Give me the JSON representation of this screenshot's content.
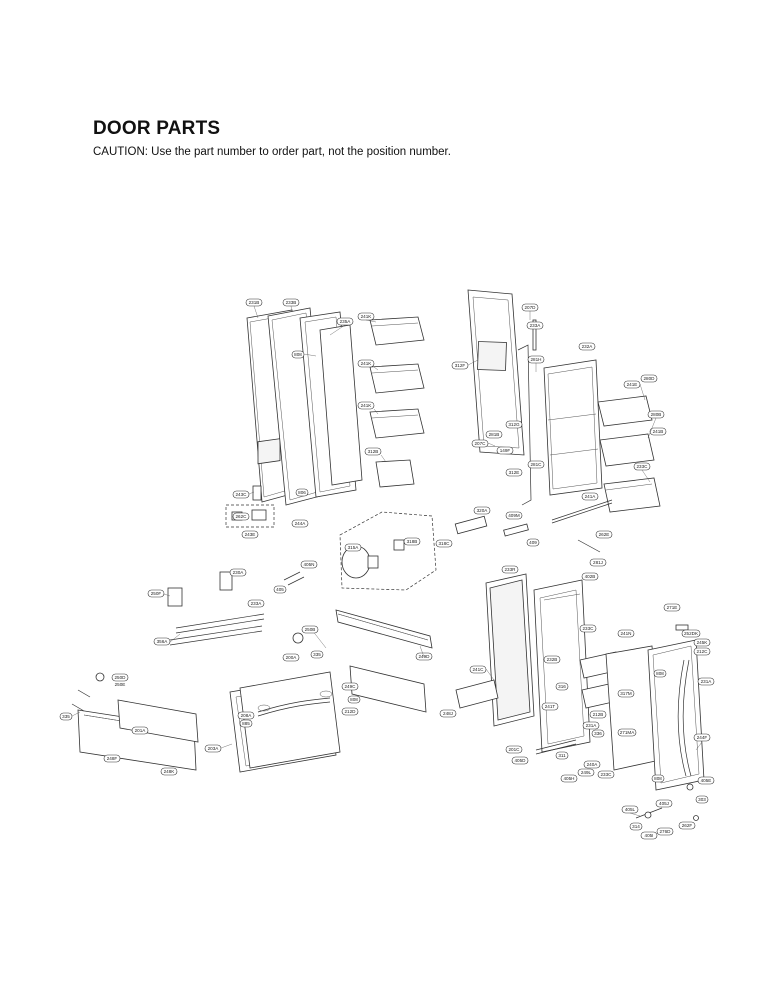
{
  "header": {
    "title": "DOOR PARTS",
    "caution": "CAUTION: Use the part number to order part, not the position number."
  },
  "labels": [
    {
      "id": "l231b",
      "text": "231B"
    },
    {
      "id": "l233b",
      "text": "233B"
    },
    {
      "id": "l241k_a",
      "text": "241K"
    },
    {
      "id": "l235a",
      "text": "235A"
    },
    {
      "id": "l808_a",
      "text": "808"
    },
    {
      "id": "l241k_b",
      "text": "241K"
    },
    {
      "id": "l241k_c",
      "text": "241K"
    },
    {
      "id": "l312b",
      "text": "312B"
    },
    {
      "id": "l243c",
      "text": "243C"
    },
    {
      "id": "l806",
      "text": "806"
    },
    {
      "id": "l262c",
      "text": "262C"
    },
    {
      "id": "l244a",
      "text": "244A"
    },
    {
      "id": "l243e",
      "text": "243E"
    },
    {
      "id": "l207d",
      "text": "207D"
    },
    {
      "id": "l233a_r",
      "text": "233A"
    },
    {
      "id": "l232a",
      "text": "232A"
    },
    {
      "id": "l281h",
      "text": "281H"
    },
    {
      "id": "l312f",
      "text": "312F"
    },
    {
      "id": "l241e",
      "text": "241E"
    },
    {
      "id": "l280d",
      "text": "280D"
    },
    {
      "id": "l280b",
      "text": "280B"
    },
    {
      "id": "l241b",
      "text": "241B"
    },
    {
      "id": "l312g",
      "text": "312G"
    },
    {
      "id": "l281b",
      "text": "281B"
    },
    {
      "id": "l207c",
      "text": "207C"
    },
    {
      "id": "l149f",
      "text": "149F"
    },
    {
      "id": "l281c",
      "text": "281C"
    },
    {
      "id": "l312e",
      "text": "312E"
    },
    {
      "id": "l233c",
      "text": "233C"
    },
    {
      "id": "l241a",
      "text": "241A"
    },
    {
      "id": "l320a",
      "text": "320A"
    },
    {
      "id": "l409m",
      "text": "409M"
    },
    {
      "id": "l409",
      "text": "409"
    },
    {
      "id": "l318c",
      "text": "318C"
    },
    {
      "id": "l315a",
      "text": "315A"
    },
    {
      "id": "l318b",
      "text": "318B"
    },
    {
      "id": "l262e",
      "text": "262E"
    },
    {
      "id": "l281j",
      "text": "281J"
    },
    {
      "id": "l402b",
      "text": "402B"
    },
    {
      "id": "l233r",
      "text": "233R"
    },
    {
      "id": "l230a",
      "text": "230A"
    },
    {
      "id": "l405n",
      "text": "405N"
    },
    {
      "id": "l405",
      "text": "405"
    },
    {
      "id": "l250f",
      "text": "250F"
    },
    {
      "id": "l233a_l",
      "text": "233A"
    },
    {
      "id": "l271e",
      "text": "271E"
    },
    {
      "id": "l252dk",
      "text": "252DK"
    },
    {
      "id": "l245k",
      "text": "245K"
    },
    {
      "id": "l212c",
      "text": "212C"
    },
    {
      "id": "l356a",
      "text": "356A"
    },
    {
      "id": "l250b",
      "text": "250B"
    },
    {
      "id": "l335",
      "text": "335"
    },
    {
      "id": "l249d",
      "text": "249D"
    },
    {
      "id": "l233c_m",
      "text": "233C"
    },
    {
      "id": "l241n",
      "text": "241N"
    },
    {
      "id": "l808_b",
      "text": "808"
    },
    {
      "id": "l231a",
      "text": "231A"
    },
    {
      "id": "l250d",
      "text": "250D"
    },
    {
      "id": "l200a",
      "text": "200A"
    },
    {
      "id": "l241c",
      "text": "241C"
    },
    {
      "id": "l232b",
      "text": "232B"
    },
    {
      "id": "l316",
      "text": "316"
    },
    {
      "id": "l249c",
      "text": "249C"
    },
    {
      "id": "l808_c",
      "text": "808"
    },
    {
      "id": "l212d",
      "text": "212D"
    },
    {
      "id": "l248j",
      "text": "248J"
    },
    {
      "id": "l241t",
      "text": "241T"
    },
    {
      "id": "l212b",
      "text": "212B"
    },
    {
      "id": "l317m",
      "text": "317M"
    },
    {
      "id": "l271ma",
      "text": "271MA"
    },
    {
      "id": "l336",
      "text": "336"
    },
    {
      "id": "l208a",
      "text": "208A"
    },
    {
      "id": "l885",
      "text": "885"
    },
    {
      "id": "l231a_b",
      "text": "231A"
    },
    {
      "id": "l335_l",
      "text": "335"
    },
    {
      "id": "l201a",
      "text": "201A"
    },
    {
      "id": "l248f",
      "text": "248F"
    },
    {
      "id": "l203a",
      "text": "203A"
    },
    {
      "id": "l248k",
      "text": "248K"
    },
    {
      "id": "l201c",
      "text": "201C"
    },
    {
      "id": "l405d",
      "text": "405D"
    },
    {
      "id": "l311",
      "text": "311"
    },
    {
      "id": "l240a",
      "text": "240A"
    },
    {
      "id": "l249l",
      "text": "249L"
    },
    {
      "id": "l405h",
      "text": "405H"
    },
    {
      "id": "l233c_b",
      "text": "233C"
    },
    {
      "id": "l244f",
      "text": "244F"
    },
    {
      "id": "l808_d",
      "text": "808"
    },
    {
      "id": "l405e",
      "text": "405E"
    },
    {
      "id": "l303",
      "text": "303"
    },
    {
      "id": "l405j",
      "text": "405J"
    },
    {
      "id": "l405l",
      "text": "405L"
    },
    {
      "id": "l314",
      "text": "314"
    },
    {
      "id": "l405i",
      "text": "405I"
    },
    {
      "id": "l276d",
      "text": "276D"
    },
    {
      "id": "l262f",
      "text": "262F"
    },
    {
      "id": "l250e",
      "text": "250E"
    }
  ]
}
